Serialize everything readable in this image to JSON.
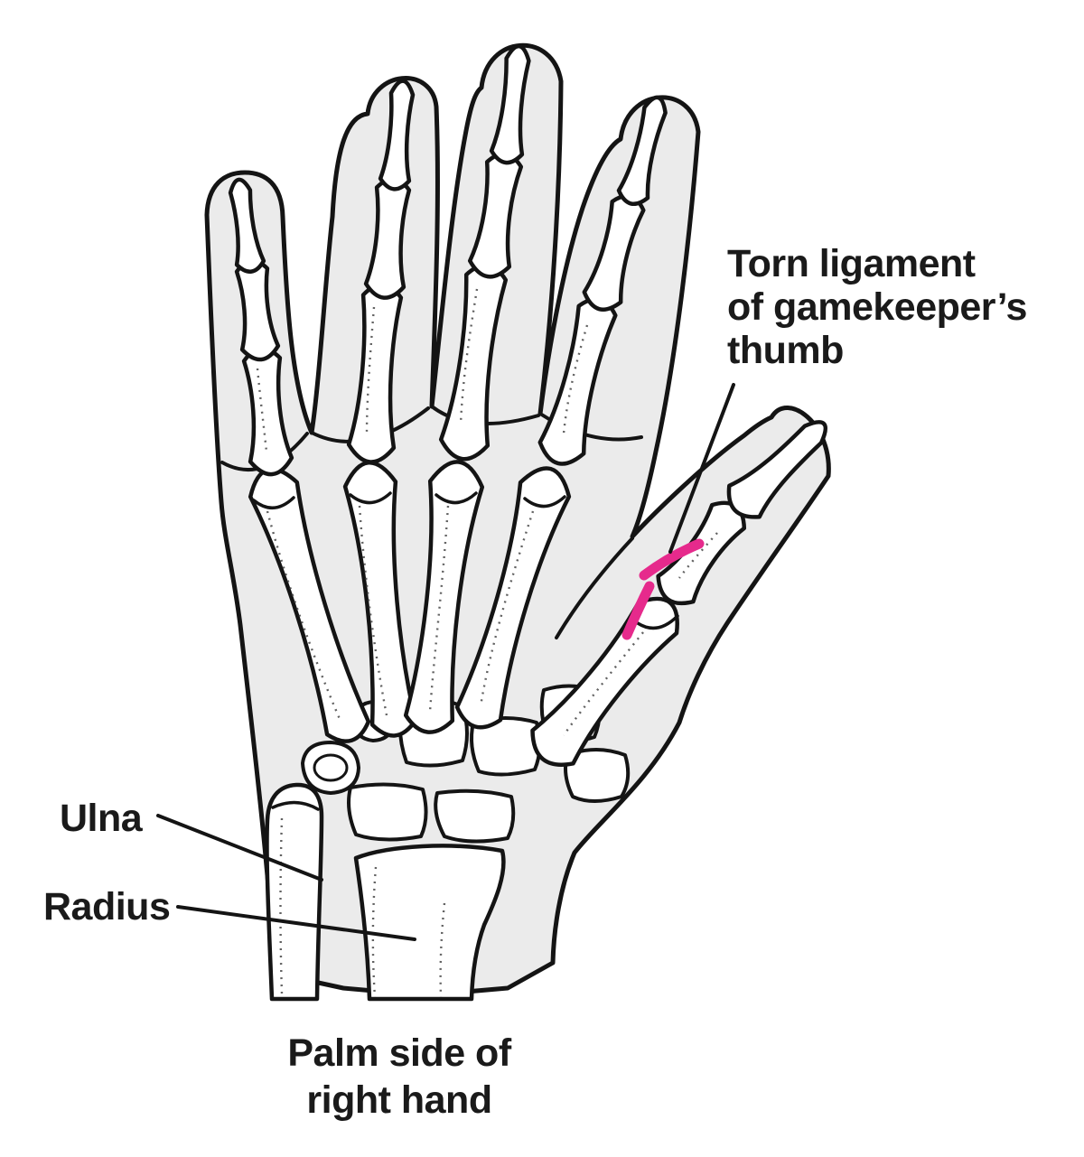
{
  "figure": {
    "labels": {
      "torn_ligament": {
        "line1": "Torn ligament",
        "line2": "of gamekeeper’s",
        "line3": "thumb"
      },
      "ulna": "Ulna",
      "radius": "Radius"
    },
    "caption": {
      "line1": "Palm side of",
      "line2": "right hand"
    },
    "colors": {
      "ligament_pink": "#e62a8c",
      "skin_gray": "#ebebeb",
      "outline_black": "#141414",
      "bone_white": "#ffffff",
      "text_black": "#1a1a1a",
      "background": "#ffffff"
    }
  }
}
